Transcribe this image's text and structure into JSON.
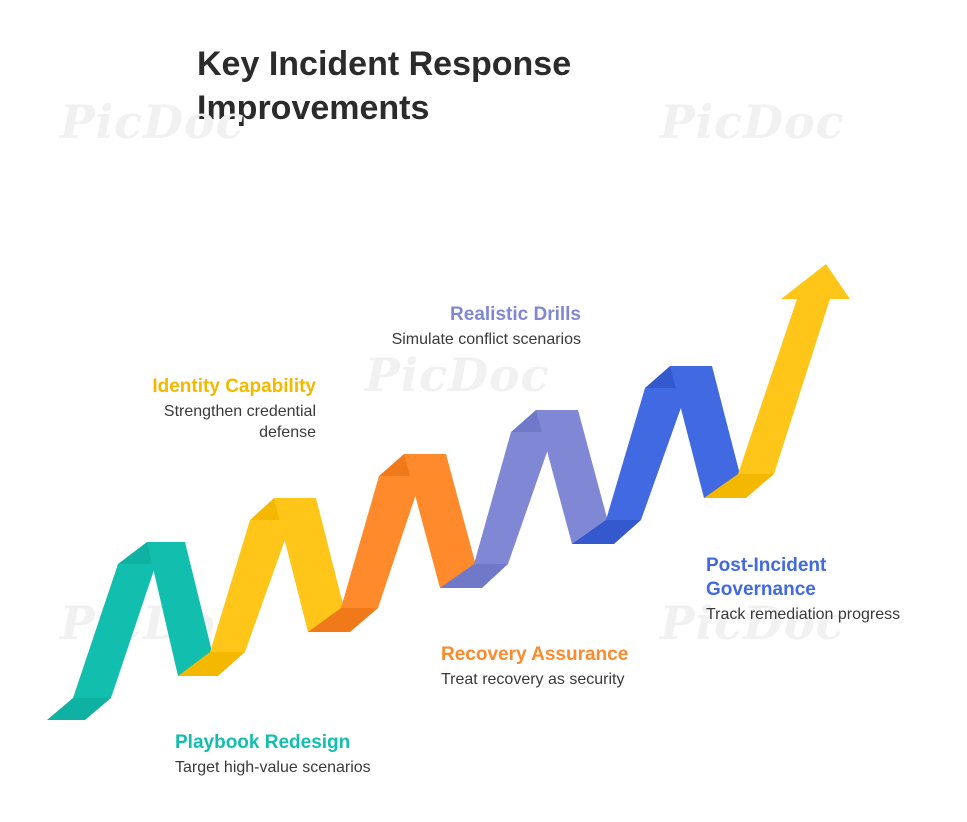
{
  "title_lines": [
    "Key Incident Response",
    "Improvements"
  ],
  "watermark": "PicDoc",
  "colors": {
    "teal": "#12BFAE",
    "yellow": "#FFC519",
    "orange": "#FF8A2B",
    "lavender": "#8088D5",
    "blue": "#4169E1"
  },
  "steps": [
    {
      "heading": "Playbook Redesign",
      "description": "Target high-value scenarios",
      "color": "#12BFAE"
    },
    {
      "heading": "Identity Capability",
      "description_lines": [
        "Strengthen credential",
        "defense"
      ],
      "color": "#F5B800"
    },
    {
      "heading": "Recovery Assurance",
      "description": "Treat recovery as security",
      "color": "#FF8A2B"
    },
    {
      "heading": "Realistic Drills",
      "description": "Simulate conflict scenarios",
      "color": "#8088D5"
    },
    {
      "heading_lines": [
        "Post-Incident",
        "Governance"
      ],
      "description": "Track remediation progress",
      "color": "#4169E1"
    }
  ],
  "arrow_icon": "up-right-arrow-icon"
}
